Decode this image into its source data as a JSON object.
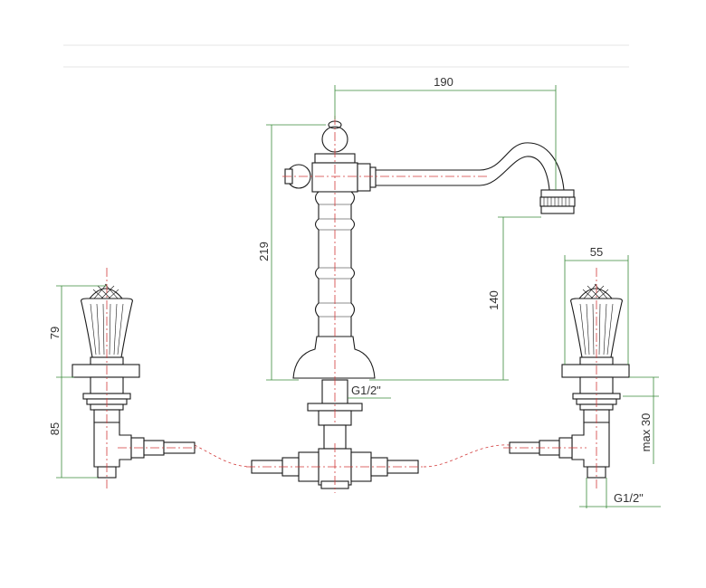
{
  "dimensions": {
    "spout_reach": "190",
    "total_height": "219",
    "spout_height": "140",
    "handle_width": "55",
    "handle_height": "79",
    "valve_height": "85",
    "max_deck": "max 30",
    "thread_center": "G1/2\"",
    "thread_side": "G1/2\""
  },
  "colors": {
    "outline": "#1a1a1a",
    "dimension_line": "#3a8a3a",
    "axis_line": "#d23a3a",
    "text": "#333333"
  }
}
